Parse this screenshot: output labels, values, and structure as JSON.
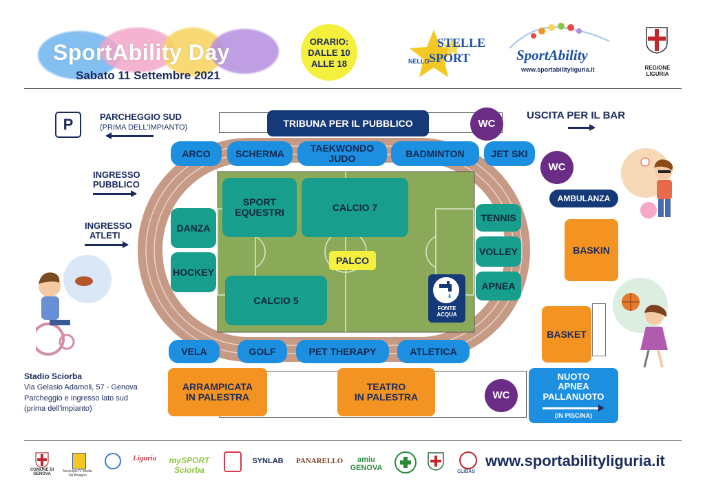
{
  "header": {
    "title": "SportAbility Day",
    "date": "Sabato 11 Settembre 2021",
    "orario": [
      "ORARIO:",
      "DALLE 10",
      "ALLE 18"
    ],
    "stelle_logo": [
      "STELLE",
      "NELLO",
      "SPORT"
    ],
    "sportability_logo": "SportAbility",
    "sportability_url": "www.sportabilityliguria.it",
    "regione": "REGIONE LIGURIA"
  },
  "map": {
    "parking_symbol": "P",
    "parcheggio_sud": "PARCHEGGIO SUD",
    "parcheggio_sud_note": "(PRIMA DELL'IMPIANTO)",
    "tribuna": "TRIBUNA PER IL PUBBLICO",
    "uscita_bar": "USCITA PER IL BAR",
    "ingresso_pubblico": [
      "INGRESSO",
      "PUBBLICO"
    ],
    "ingresso_atleti": [
      "INGRESSO",
      "ATLETI"
    ],
    "wc": "WC",
    "ambulanza": "AMBULANZA",
    "top_row": [
      "ARCO",
      "SCHERMA",
      "TAEKWONDO\nJUDO",
      "BADMINTON",
      "JET SKI"
    ],
    "bottom_row": [
      "VELA",
      "GOLF",
      "PET THERAPY",
      "ATLETICA"
    ],
    "left_col": [
      "DANZA",
      "HOCKEY"
    ],
    "right_col": [
      "TENNIS",
      "VOLLEY",
      "APNEA"
    ],
    "field": {
      "sport_equestri": "SPORT\nEQUESTRI",
      "calcio7": "CALCIO 7",
      "calcio5": "CALCIO 5",
      "palco": "PALCO",
      "fonte_acqua": "FONTE\nACQUA"
    },
    "baskin": "BASKIN",
    "basket": "BASKET",
    "arrampicata": "ARRAMPICATA\nIN PALESTRA",
    "teatro": "TEATRO\nIN PALESTRA",
    "piscina": "NUOTO\nAPNEA\nPALLANUOTO",
    "piscina_note": "(IN PISCINA)"
  },
  "venue": {
    "name": "Stadio Sciorba",
    "address": "Via Gelasio Adamoli, 57 - Genova",
    "note": "Parcheggio e ingresso lato sud\n(prima dell'impianto)"
  },
  "footer": {
    "sponsors": [
      "COMUNE DI GENOVA",
      "Municipio IV Media Val Bisagno",
      "",
      "Liguria",
      "mySPORT Sciorba",
      "",
      "SYNLAB",
      "PANARELLO",
      "amiu GENOVA",
      "",
      "",
      "CLIBAS"
    ],
    "url": "www.sportabilityliguria.it"
  },
  "colors": {
    "navy": "#1b2a5c",
    "pill_blue": "#1c8fe0",
    "teal": "#189e8c",
    "orange": "#f39321",
    "wc_purple": "#6b2c86",
    "field_green": "#8aaa5a",
    "track": "#c79a86",
    "orario_yellow": "#f5ef3d"
  }
}
